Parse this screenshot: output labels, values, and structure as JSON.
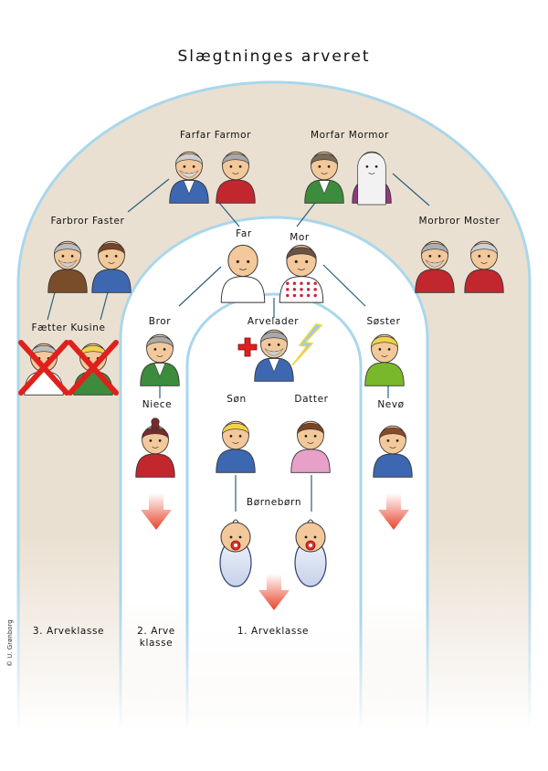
{
  "title": "Slægtninges arveret",
  "copyright": "© U. Grønborg",
  "labels": {
    "farfar_farmor": "Farfar Farmor",
    "morfar_mormor": "Morfar Mormor",
    "farbror_faster": "Farbror Faster",
    "morbror_moster": "Morbror Moster",
    "far": "Far",
    "mor": "Mor",
    "faetter_kusine": "Fætter Kusine",
    "bror": "Bror",
    "arvelader": "Arvelader",
    "soster": "Søster",
    "niece": "Niece",
    "son": "Søn",
    "datter": "Datter",
    "nevo": "Nevø",
    "bornebørn": "Børnebørn"
  },
  "classes": {
    "third": "3. Arveklasse",
    "second_line1": "2. Arve",
    "second_line2": "klasse",
    "first": "1. Arveklasse"
  },
  "colors": {
    "band_beige": "#eae0d2",
    "arch_outline": "#a9d7ec",
    "arrow_red": "#e8442c",
    "cross_red": "#e0201c"
  },
  "icons": [
    "person-icon",
    "cross-icon",
    "arrow-down-icon",
    "red-cross-icon",
    "lightning-icon",
    "baby-icon"
  ]
}
